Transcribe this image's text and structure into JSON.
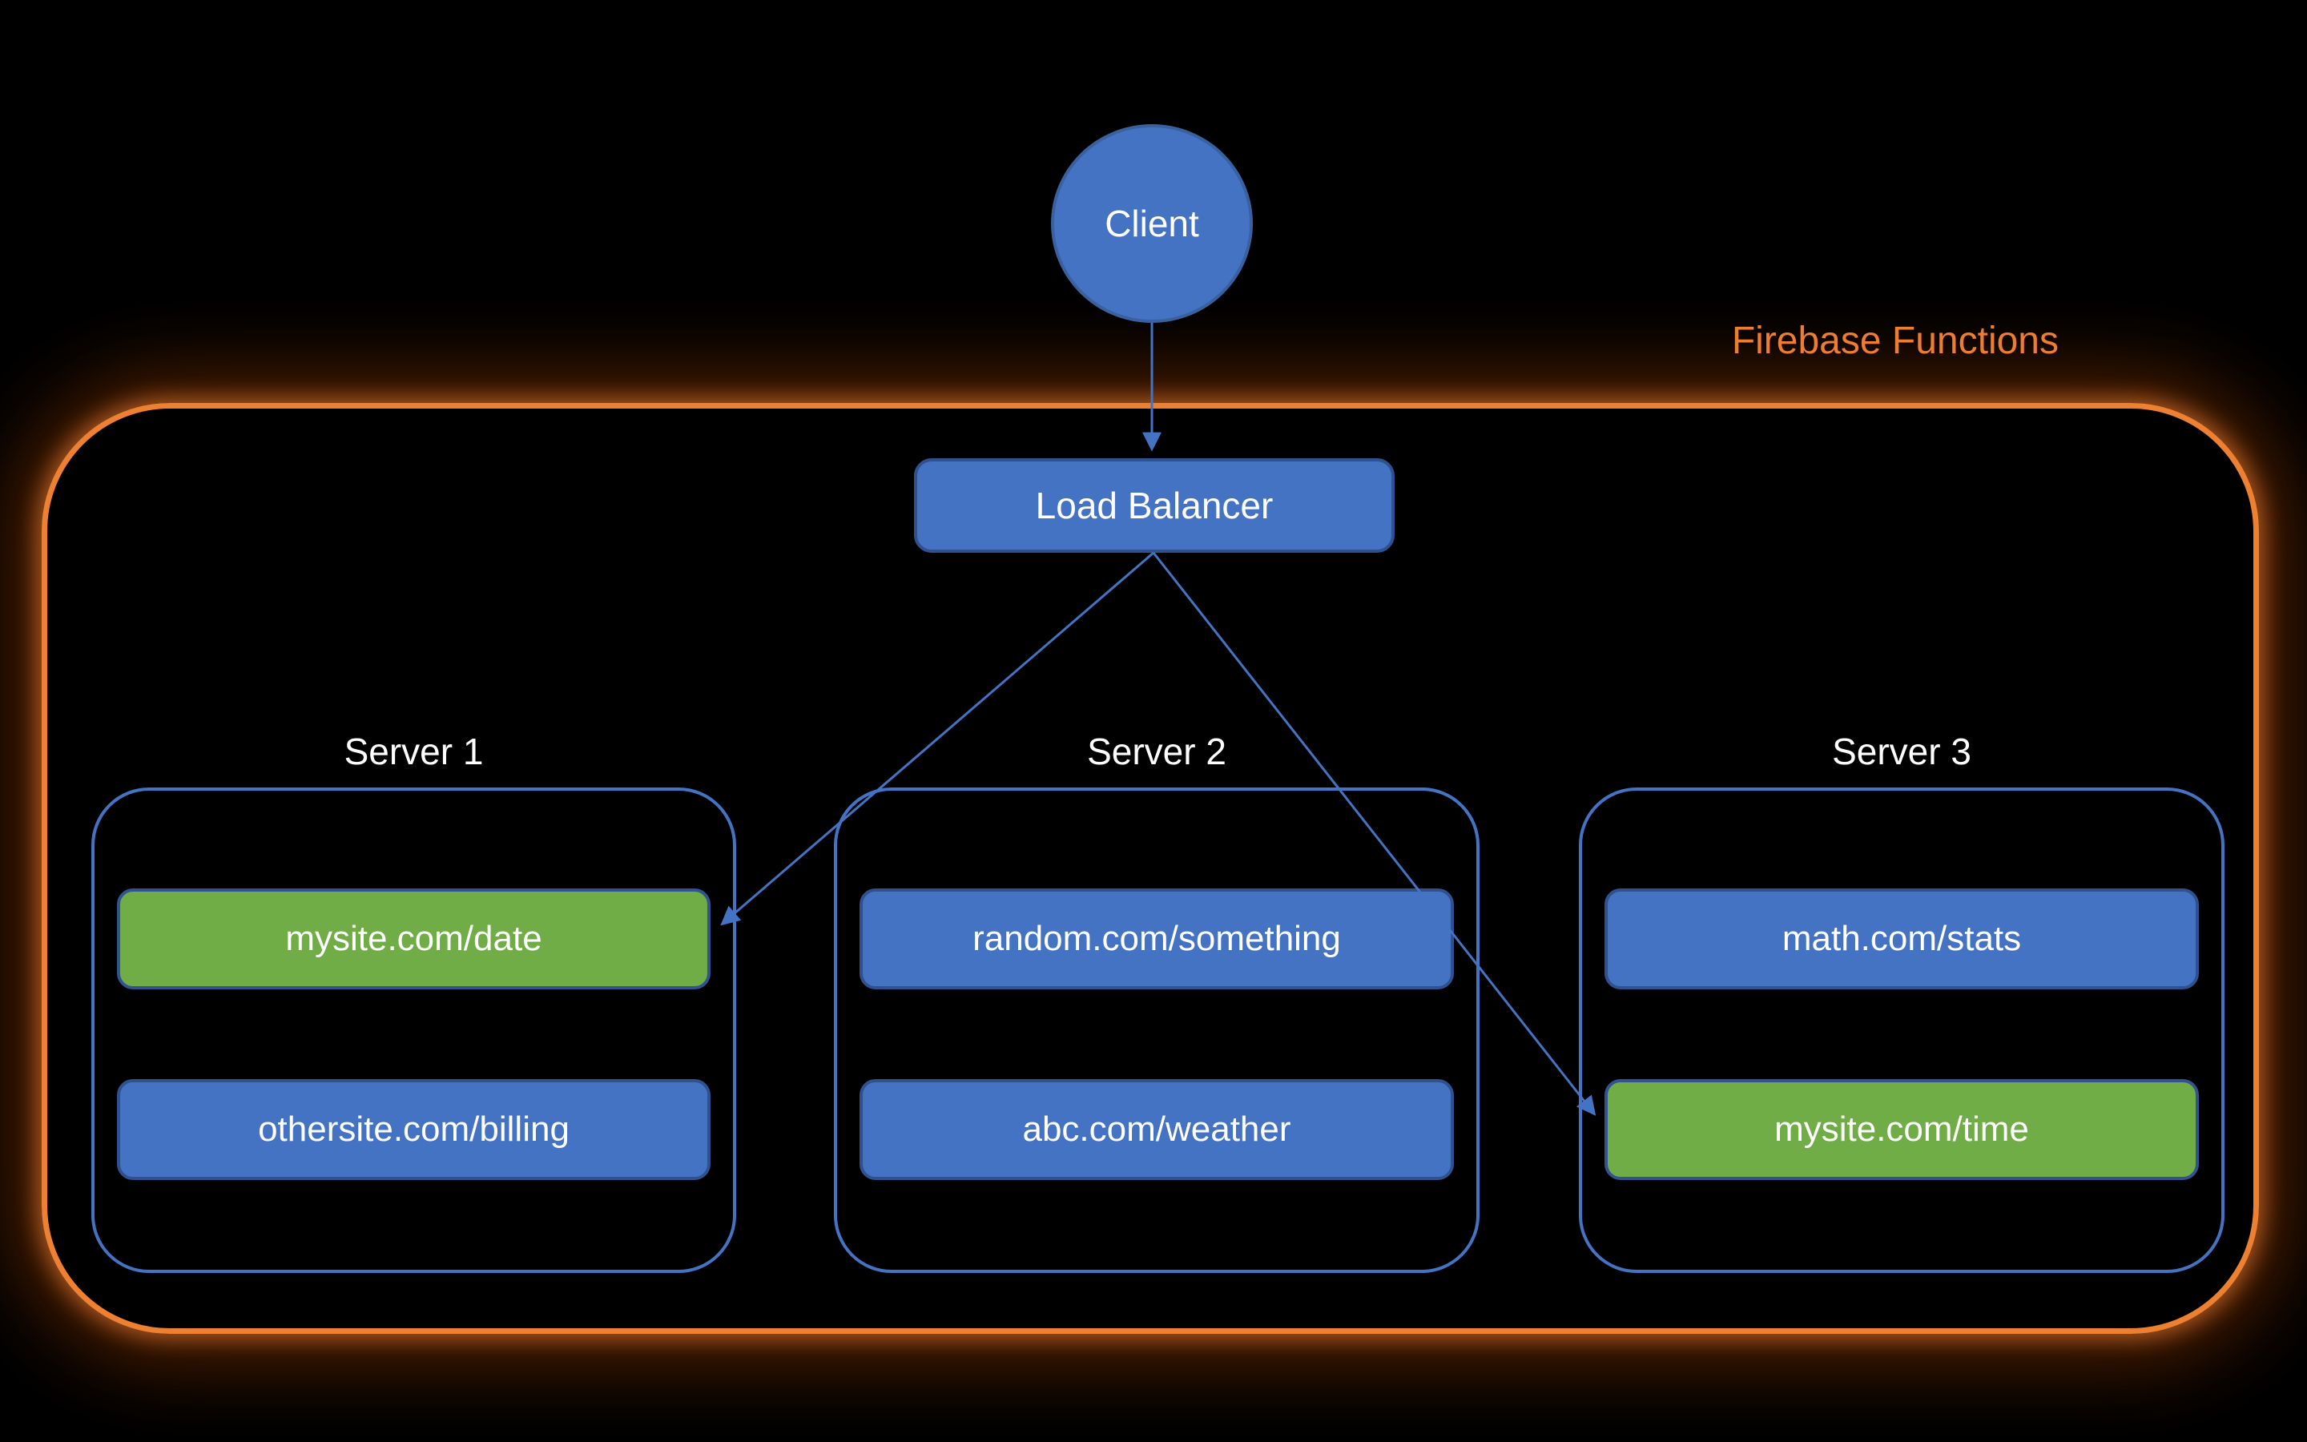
{
  "diagram": {
    "client": {
      "label": "Client"
    },
    "region": {
      "label": "Firebase Functions"
    },
    "load_balancer": {
      "label": "Load Balancer"
    },
    "servers": [
      {
        "title": "Server 1",
        "routes": [
          {
            "label": "mysite.com/date",
            "highlight": true
          },
          {
            "label": "othersite.com/billing",
            "highlight": false
          }
        ]
      },
      {
        "title": "Server 2",
        "routes": [
          {
            "label": "random.com/something",
            "highlight": false
          },
          {
            "label": "abc.com/weather",
            "highlight": false
          }
        ]
      },
      {
        "title": "Server 3",
        "routes": [
          {
            "label": "math.com/stats",
            "highlight": false
          },
          {
            "label": "mysite.com/time",
            "highlight": true
          }
        ]
      }
    ],
    "connections": [
      {
        "from": "client",
        "to": "load-balancer"
      },
      {
        "from": "load-balancer",
        "to": "mysite.com/date"
      },
      {
        "from": "load-balancer",
        "to": "mysite.com/time"
      }
    ],
    "colors": {
      "background": "#000000",
      "accent_blue": "#4573C4",
      "accent_blue_dark": "#2F528F",
      "accent_green": "#70AD47",
      "accent_orange": "#ED7D31",
      "text": "#FFFFFF"
    }
  }
}
